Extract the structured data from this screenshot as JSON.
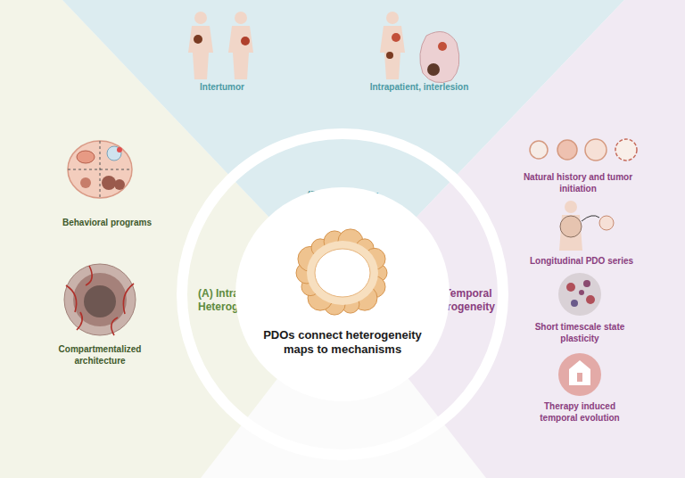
{
  "diagram": {
    "nodes": [
      {
        "text": [
          "Behavioral programs",
          "Compartmentalized architecture",
          "(A) Intratumor Heterogeneity"
        ]
      },
      {
        "text": [
          "Intertumor",
          "Intrapatient, interlesion",
          "(B) Intertumor Heterogeneity"
        ]
      },
      {
        "text": [
          "(C) Temporal Heterogeneity",
          "Natural history and tumor initiation",
          "Longitudinal PDO series",
          "Short timescale state plasticity",
          "Therapy induced temporal evolution"
        ]
      },
      {
        "text": [
          "PDOs connect heterogeneity maps to mechanisms"
        ]
      }
    ]
  }
}
